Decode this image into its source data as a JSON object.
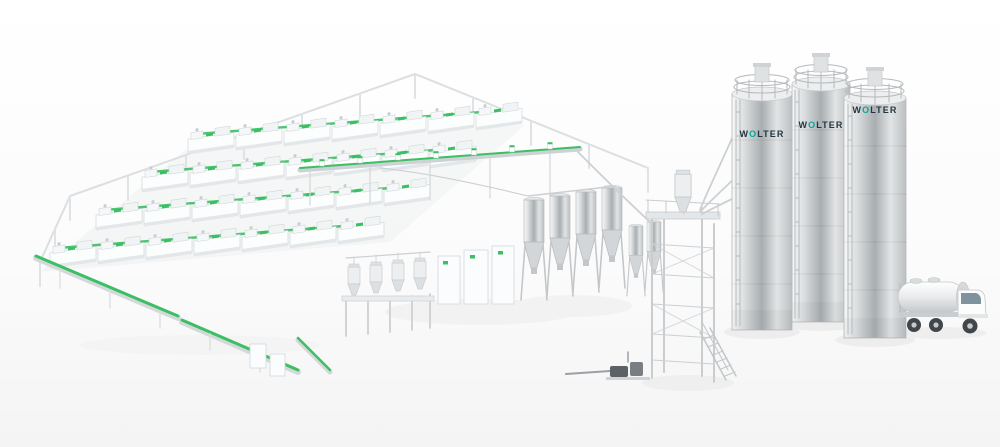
{
  "scene": {
    "brand": {
      "pre": "W",
      "o": "O",
      "post": "LTER"
    },
    "branding_instances": 3,
    "colors": {
      "conveyor_green": "#3bbf63",
      "brand_teal": "#00a79b",
      "machine_white": "#fcfdfd",
      "metal_silver": "#aeb2b5",
      "background": "#fbfbfb"
    },
    "counts": {
      "machine_rows": 4,
      "machines_per_row": 7,
      "silos": 3
    }
  }
}
